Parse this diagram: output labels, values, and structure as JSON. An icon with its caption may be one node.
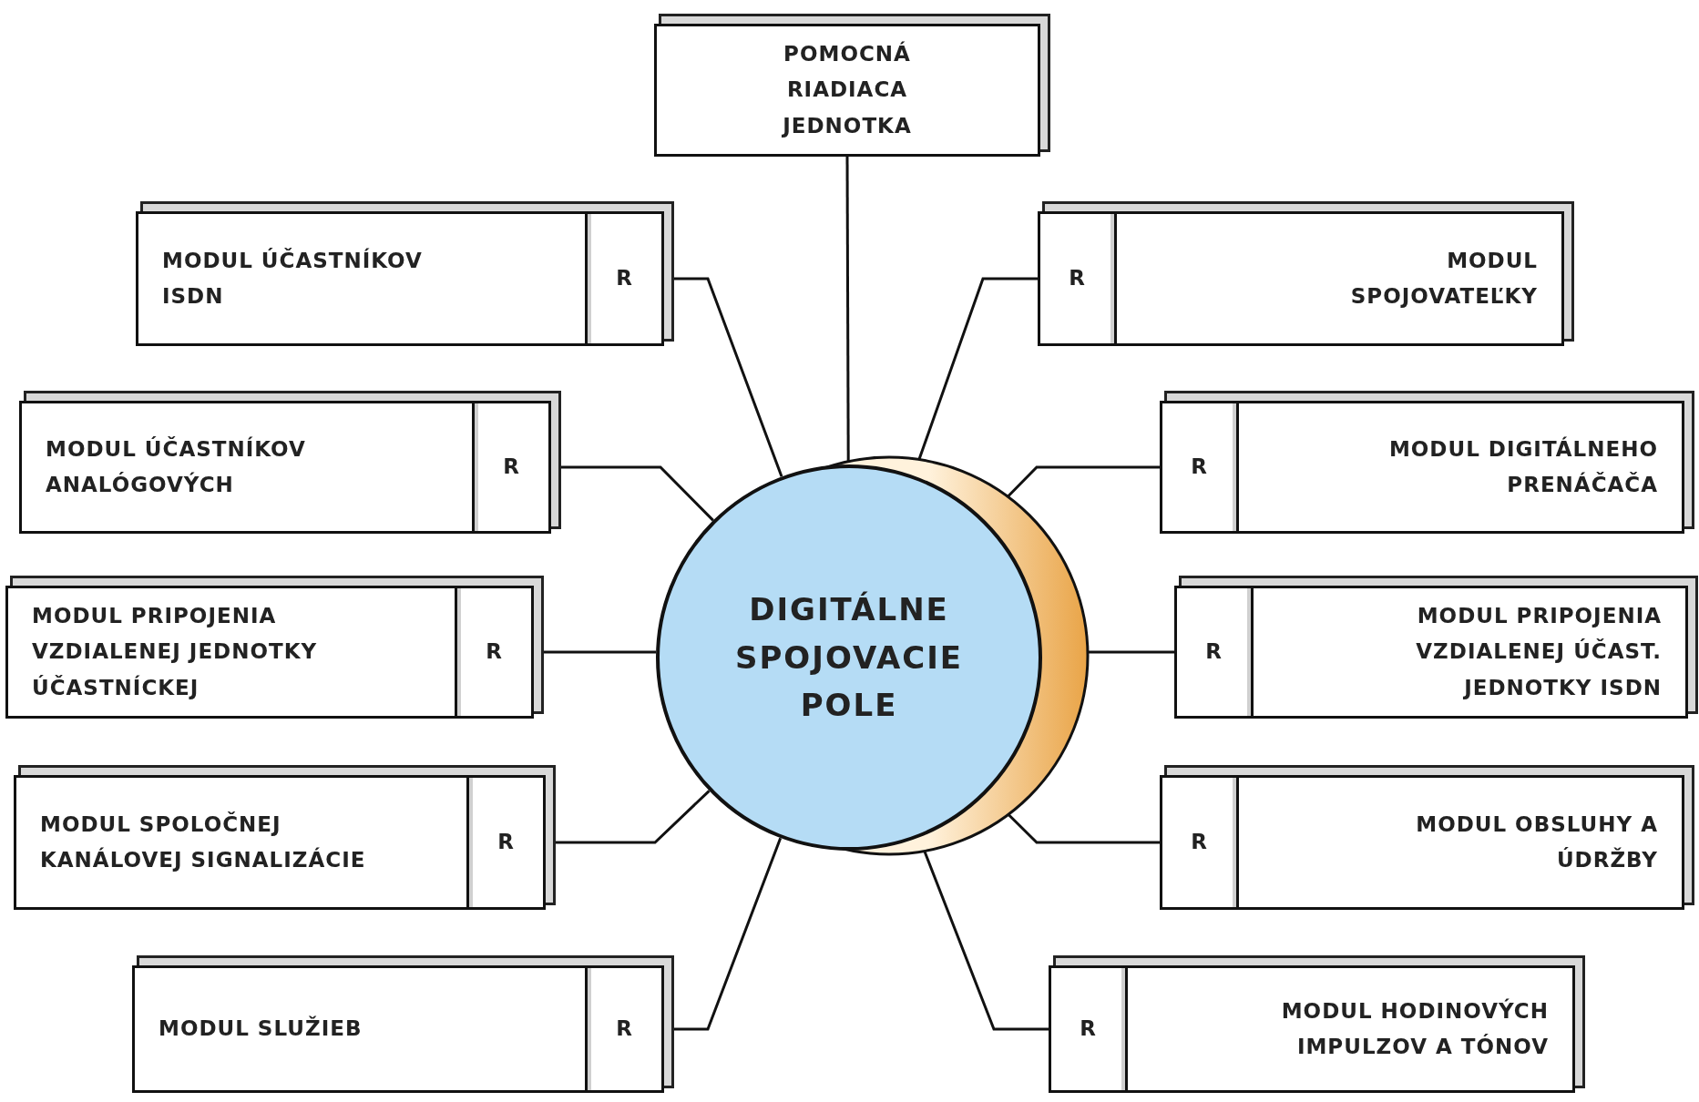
{
  "diagram": {
    "nodes": [
      {
        "text": [
          "POMOCNÁ RIADIACA JEDNOTKA"
        ]
      },
      {
        "text": [
          "DIGITÁLNE SPOJOVACIE POLE"
        ]
      },
      {
        "text": [
          "MODUL ÚČASTNÍKOV ISDN"
        ]
      },
      {
        "text": [
          "R"
        ],
        "in": 2
      },
      {
        "text": [
          "MODUL SPOJOVATEĽKY"
        ]
      },
      {
        "text": [
          "R"
        ],
        "in": 4
      },
      {
        "text": [
          "MODUL ÚČASTNÍKOV ANALÓGOVÝCH"
        ]
      },
      {
        "text": [
          "R"
        ],
        "in": 6
      },
      {
        "text": [
          "MODUL DIGITÁLNEHO PRENÁČAČA"
        ]
      },
      {
        "text": [
          "R"
        ],
        "in": 8
      },
      {
        "text": [
          "MODUL PRIPOJENIA VZDIALENEJ JEDNOTKY ÚČASTNÍCKEJ"
        ]
      },
      {
        "text": [
          "R"
        ],
        "in": 10
      },
      {
        "text": [
          "MODUL PRIPOJENIA VZDIALENEJ ÚČAST. JEDNOTKY ISDN"
        ]
      },
      {
        "text": [
          "R"
        ],
        "in": 12
      },
      {
        "text": [
          "MODUL SPOLOČNEJ KANÁLOVEJ SIGNALIZÁCIE"
        ]
      },
      {
        "text": [
          "R"
        ],
        "in": 14
      },
      {
        "text": [
          "MODUL OBSLUHY A ÚDRŽBY"
        ]
      },
      {
        "text": [
          "R"
        ],
        "in": 16
      },
      {
        "text": [
          "MODUL SLUŽIEB"
        ]
      },
      {
        "text": [
          "R"
        ],
        "in": 18
      },
      {
        "text": [
          "MODUL HODINOVÝCH IMPULZOV A TÓNOV"
        ]
      },
      {
        "text": [
          "R"
        ],
        "in": 20
      }
    ],
    "edges": [
      {
        "from": 0,
        "to": 1,
        "arrow": "none"
      },
      {
        "from": 3,
        "to": 1,
        "arrow": "none"
      },
      {
        "from": 5,
        "to": 1,
        "arrow": "none"
      },
      {
        "from": 7,
        "to": 1,
        "arrow": "none"
      },
      {
        "from": 9,
        "to": 1,
        "arrow": "none"
      },
      {
        "from": 11,
        "to": 1,
        "arrow": "none"
      },
      {
        "from": 13,
        "to": 1,
        "arrow": "none"
      },
      {
        "from": 15,
        "to": 1,
        "arrow": "none"
      },
      {
        "from": 17,
        "to": 1,
        "arrow": "none"
      },
      {
        "from": 19,
        "to": 1,
        "arrow": "none"
      },
      {
        "from": 21,
        "to": 1,
        "arrow": "none"
      }
    ]
  }
}
